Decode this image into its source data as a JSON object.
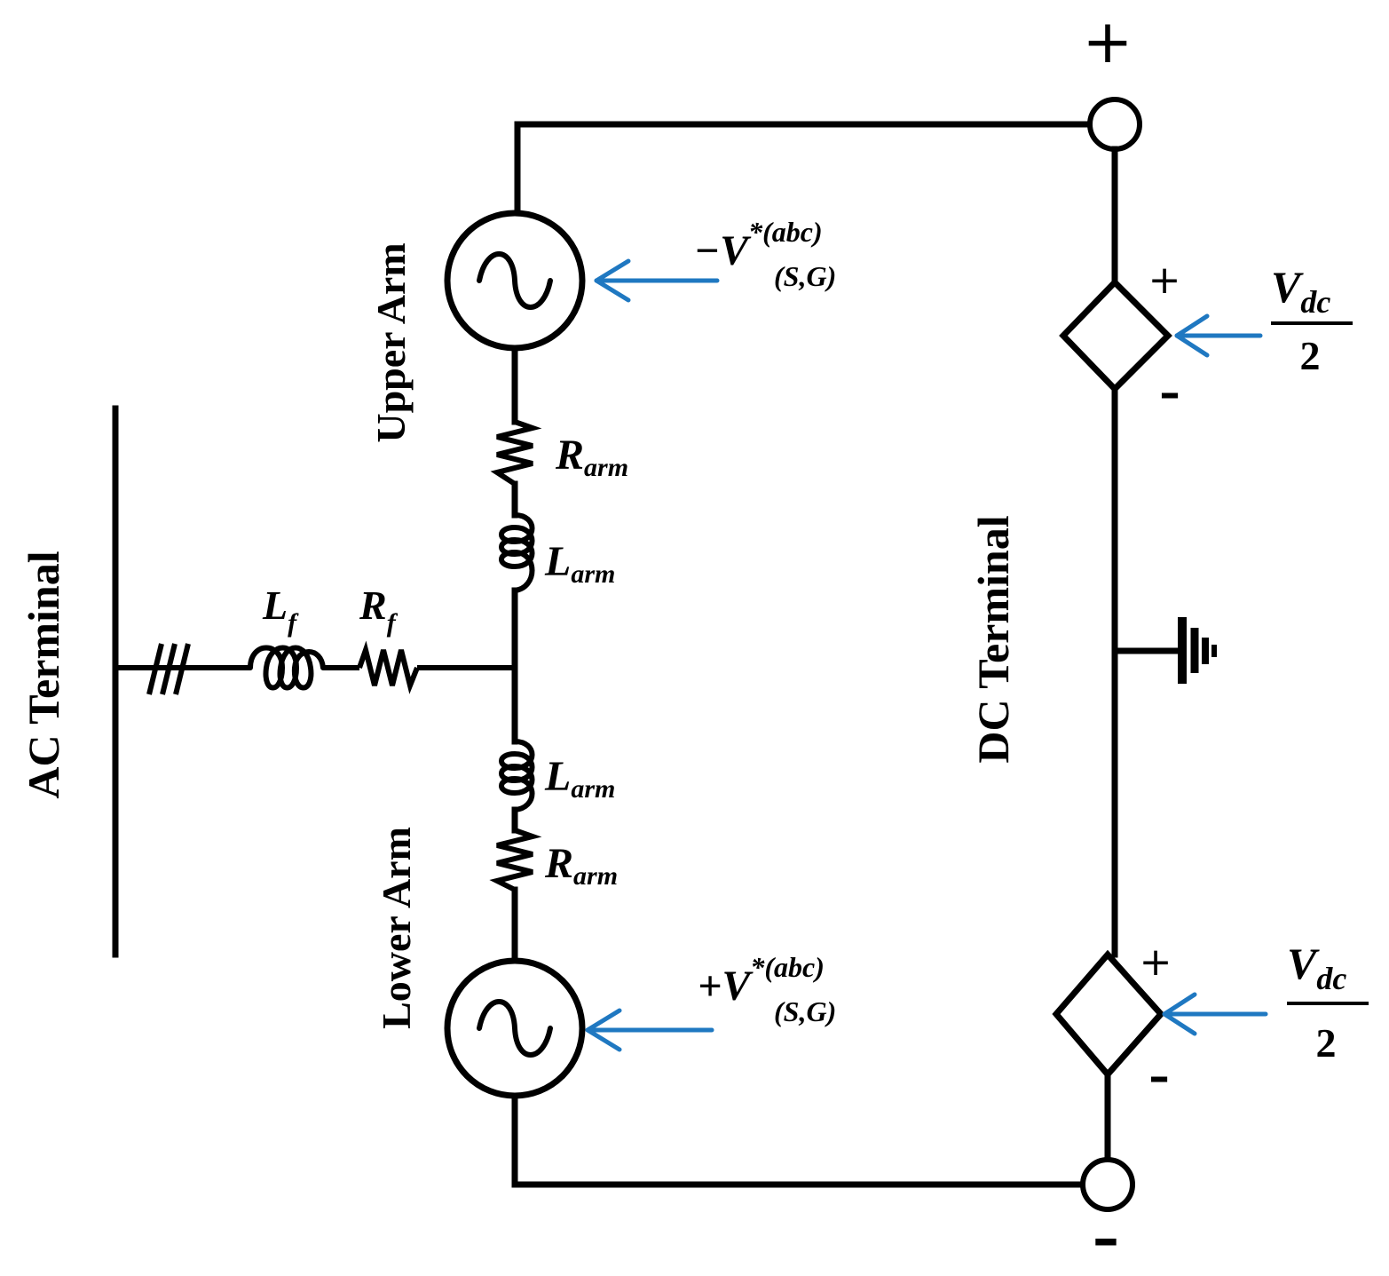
{
  "terminals": {
    "ac": "AC Terminal",
    "dc": "DC Terminal"
  },
  "arms": {
    "upper": "Upper Arm",
    "lower": "Lower Arm"
  },
  "components": {
    "filter_inductor": {
      "symbol": "L",
      "subscript": "f"
    },
    "filter_resistor": {
      "symbol": "R",
      "subscript": "f"
    },
    "upper_resistor": {
      "symbol": "R",
      "subscript": "arm"
    },
    "upper_inductor": {
      "symbol": "L",
      "subscript": "arm"
    },
    "lower_inductor": {
      "symbol": "L",
      "subscript": "arm"
    },
    "lower_resistor": {
      "symbol": "R",
      "subscript": "arm"
    }
  },
  "sources": {
    "upper": {
      "sign": "−",
      "symbol": "V",
      "superscript": "*(abc)",
      "subscript": "(S,G)"
    },
    "lower": {
      "sign": "+",
      "symbol": "V",
      "superscript": "*(abc)",
      "subscript": "(S,G)"
    }
  },
  "dc_sources": {
    "upper": {
      "numerator": "V",
      "numerator_sub": "dc",
      "denominator": "2",
      "plus": "+",
      "minus": "-"
    },
    "lower": {
      "numerator": "V",
      "numerator_sub": "dc",
      "denominator": "2",
      "plus": "+",
      "minus": "-"
    }
  },
  "dc_poles": {
    "positive": "+",
    "negative": "-"
  },
  "colors": {
    "wire": "#000000",
    "arrow": "#1f78c1",
    "background": "#ffffff"
  },
  "icons": [
    "ac-voltage-source-icon",
    "dependent-voltage-source-icon",
    "ground-icon",
    "three-phase-mark-icon",
    "resistor-icon",
    "inductor-icon",
    "terminal-node-icon"
  ]
}
